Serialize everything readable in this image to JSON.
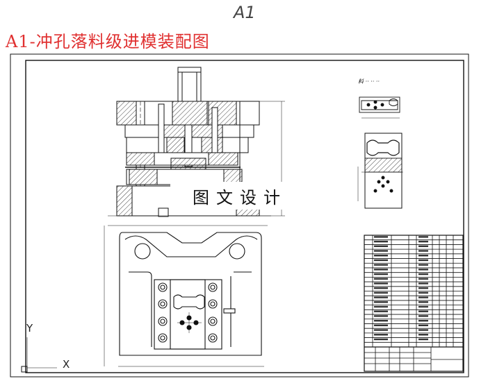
{
  "header": {
    "sheet_size": "A1",
    "title": "A1-冲孔落料级进模装配图"
  },
  "watermark": "图文设计",
  "axis": {
    "y": "Y",
    "x": "X"
  },
  "colors": {
    "title": "#e03030",
    "line": "#111111",
    "background": "#ffffff"
  },
  "title_block": {
    "bom_rows": 24
  }
}
